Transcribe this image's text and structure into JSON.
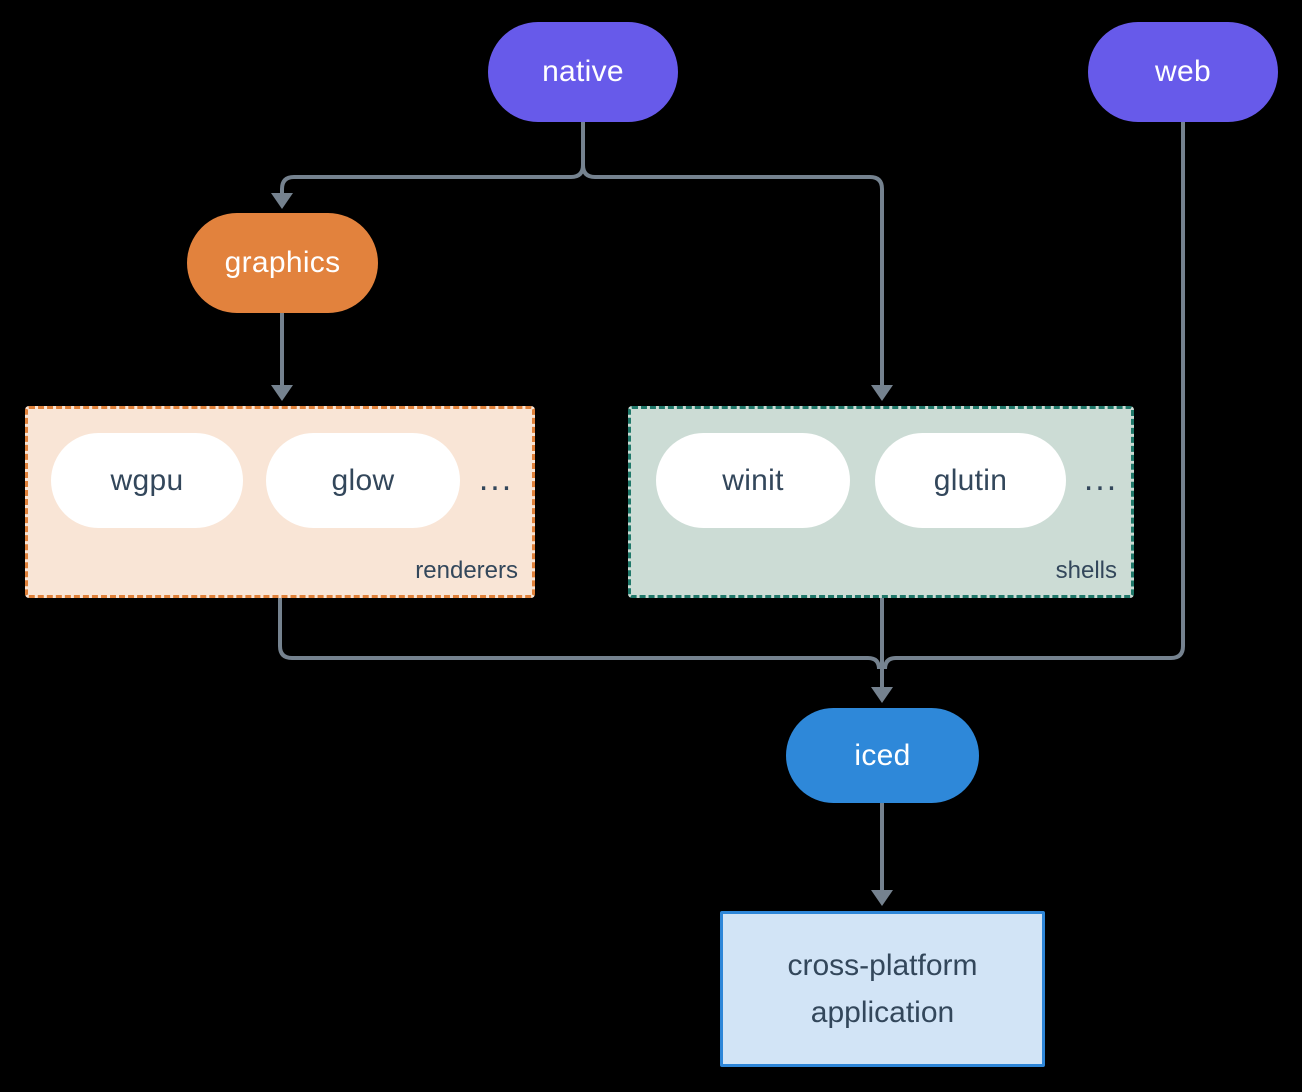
{
  "theme": {
    "bg": "#000000",
    "line": "#75828f",
    "purple": "#675aea",
    "orange": "#e2823d",
    "blue": "#2e88d9",
    "dark-text": "#33475b",
    "peach-fill": "#f9e5d6",
    "peach-border": "#e0813a",
    "sage-fill": "#ccdcd5",
    "sage-border": "#20786a",
    "app-fill": "#d2e4f6",
    "app-border": "#2e86d8"
  },
  "nodes": {
    "native": {
      "label": "native"
    },
    "web": {
      "label": "web"
    },
    "graphics": {
      "label": "graphics"
    },
    "iced": {
      "label": "iced"
    },
    "application": {
      "line1": "cross-platform",
      "line2": "application"
    }
  },
  "groups": {
    "renderers": {
      "label": "renderers",
      "items": [
        "wgpu",
        "glow"
      ],
      "ellipsis": "..."
    },
    "shells": {
      "label": "shells",
      "items": [
        "winit",
        "glutin"
      ],
      "ellipsis": "..."
    }
  }
}
